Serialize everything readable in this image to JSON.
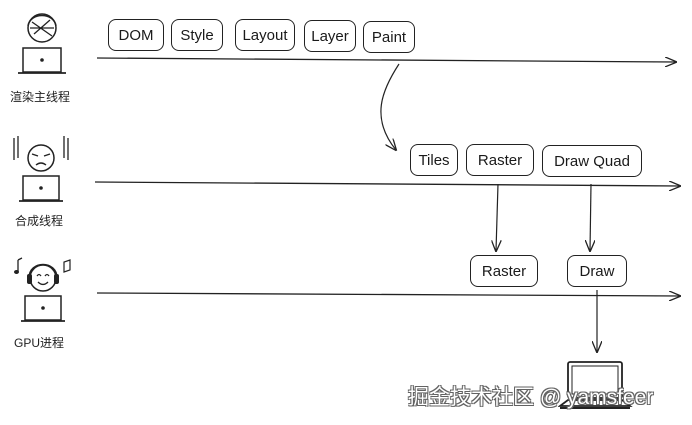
{
  "lanes": [
    {
      "label": "渲染主线程"
    },
    {
      "label": "合成线程"
    },
    {
      "label": "GPU进程"
    }
  ],
  "main_thread_steps": [
    "DOM",
    "Style",
    "Layout",
    "Layer",
    "Paint"
  ],
  "compositor_steps": [
    "Tiles",
    "Raster",
    "Draw Quad"
  ],
  "gpu_steps": [
    "Raster",
    "Draw"
  ],
  "watermark": "掘金技术社区 @ yamsfeer",
  "icons": [
    "person-at-laptop-icon",
    "stressed-person-icon",
    "headphones-person-icon",
    "laptop-icon"
  ],
  "colors": {
    "ink": "#222222",
    "background": "#ffffff"
  }
}
